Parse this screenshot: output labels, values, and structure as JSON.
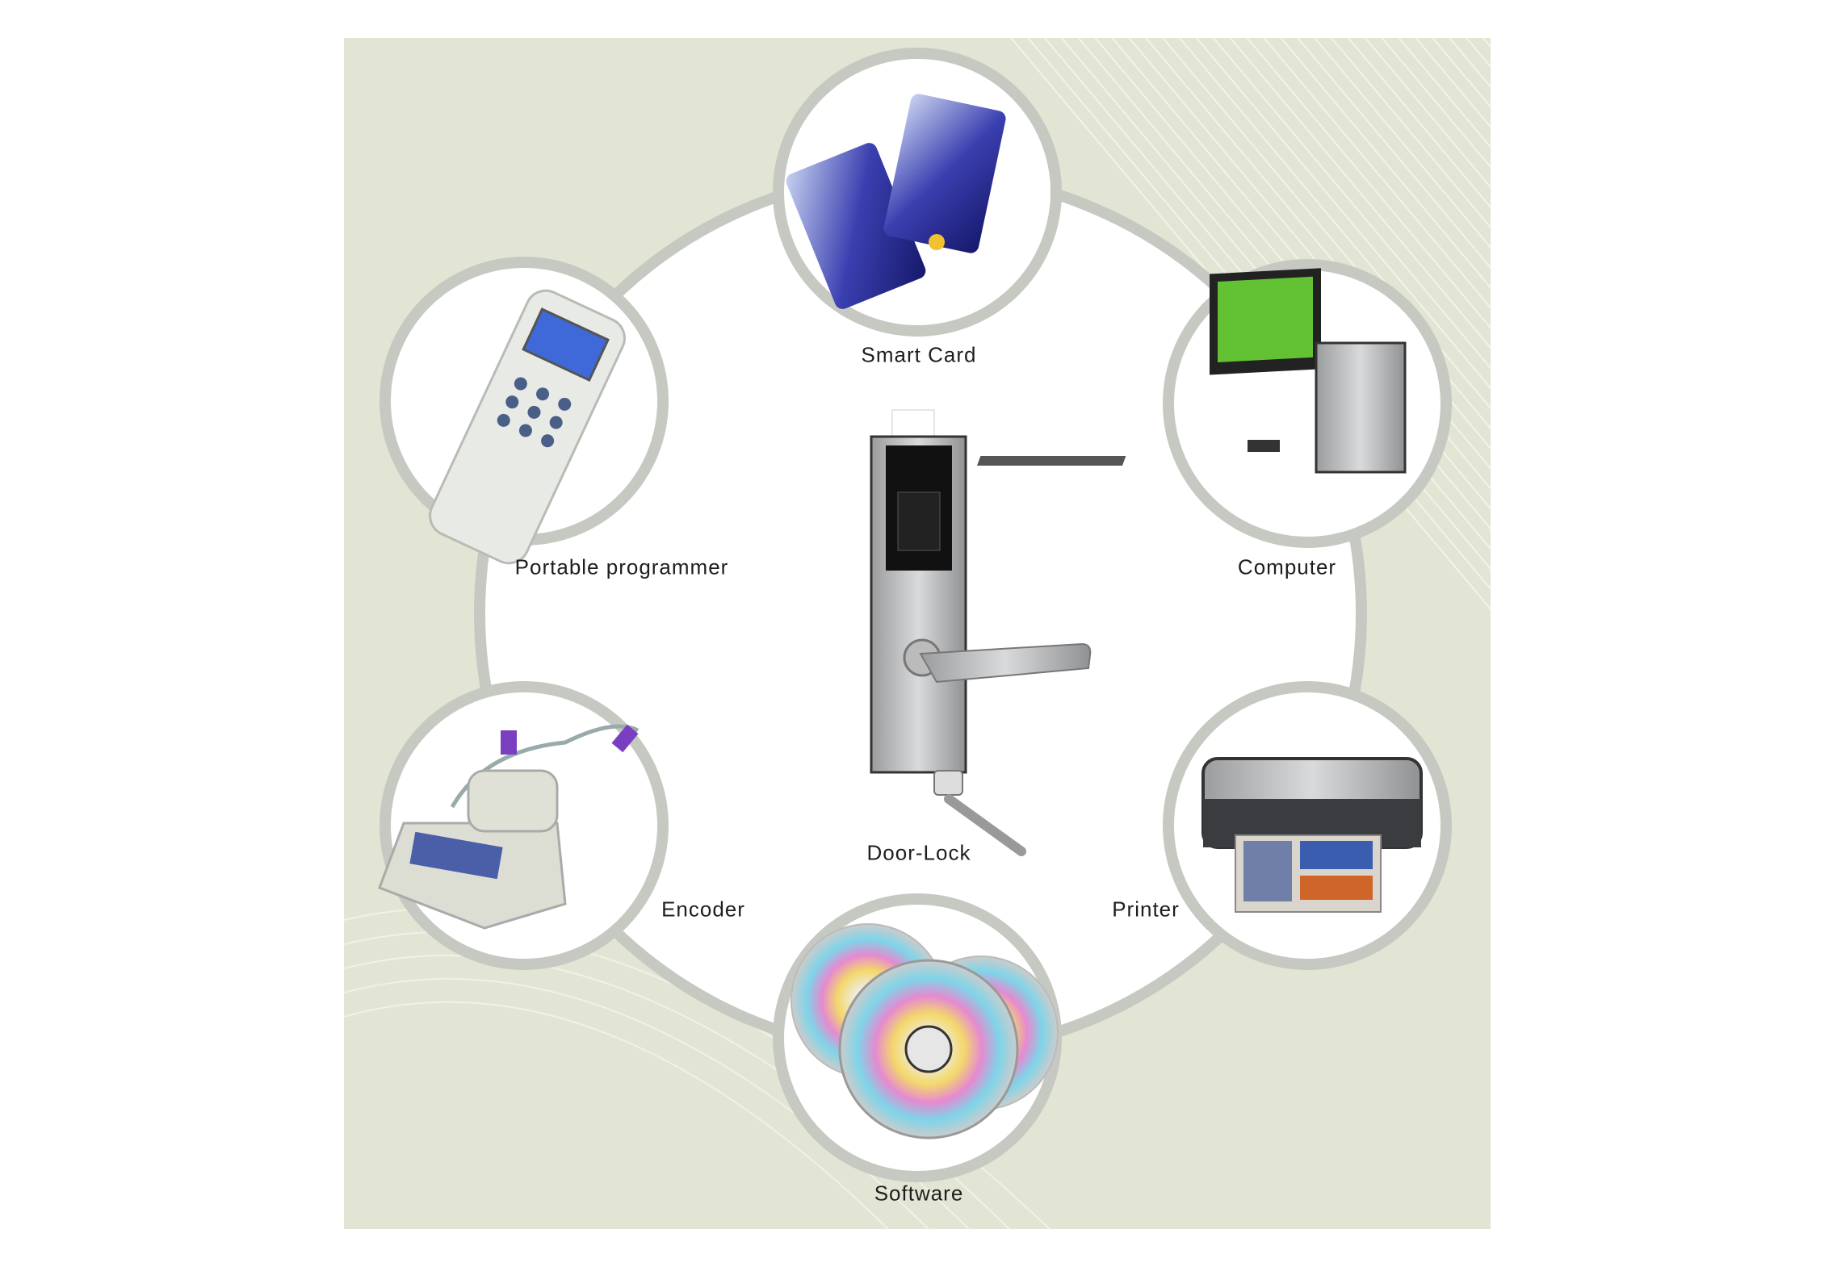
{
  "title": "Hotel lock system components",
  "center": {
    "label": "Door-Lock",
    "icon": "door-lock-icon"
  },
  "components": [
    {
      "label": "Smart Card",
      "icon": "smart-card-icon"
    },
    {
      "label": "Portable programmer",
      "icon": "portable-programmer-icon"
    },
    {
      "label": "Computer",
      "icon": "computer-icon"
    },
    {
      "label": "Encoder",
      "icon": "encoder-icon"
    },
    {
      "label": "Printer",
      "icon": "printer-icon"
    },
    {
      "label": "Software",
      "icon": "cd-icon"
    }
  ],
  "colors": {
    "background": "#e2e5d3",
    "ring": "#c6c9c2",
    "accent": "#3a3fb0"
  }
}
